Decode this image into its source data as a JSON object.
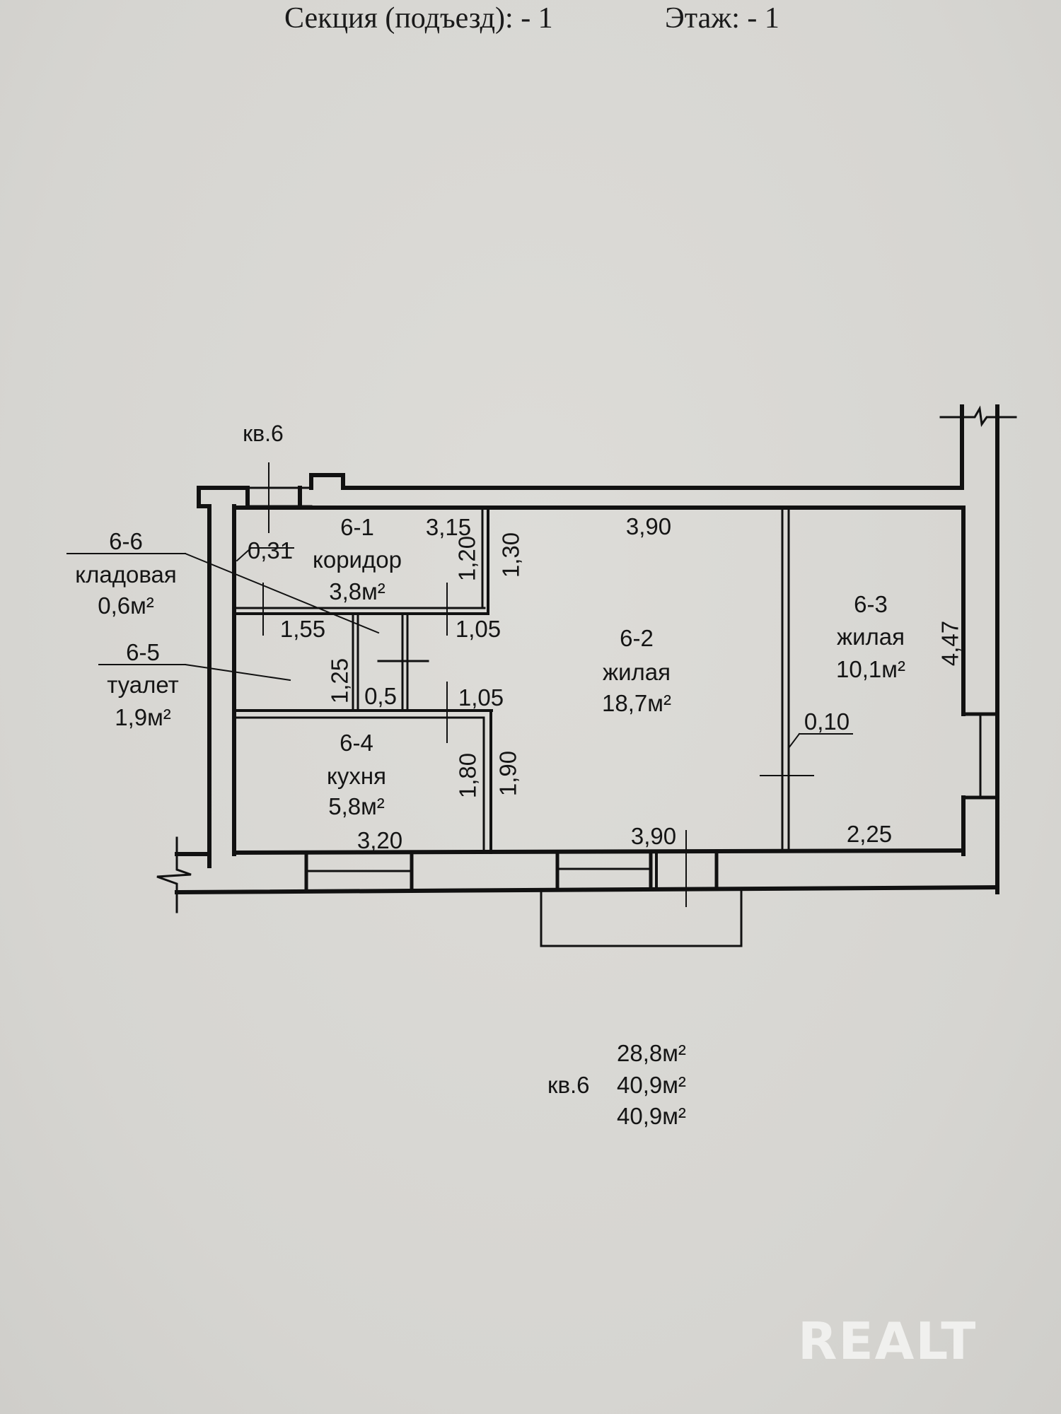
{
  "header": {
    "section": "Секция (подъезд): - 1",
    "floor": "Этаж: - 1"
  },
  "apartment_label": "кв.6",
  "rooms": [
    {
      "id": "6-1",
      "name": "коридор",
      "area": "3,8м²"
    },
    {
      "id": "6-2",
      "name": "жилая",
      "area": "18,7м²"
    },
    {
      "id": "6-3",
      "name": "жилая",
      "area": "10,1м²"
    },
    {
      "id": "6-4",
      "name": "кухня",
      "area": "5,8м²"
    },
    {
      "id": "6-5",
      "name": "туалет",
      "area": "1,9м²"
    },
    {
      "id": "6-6",
      "name": "кладовая",
      "area": "0,6м²"
    }
  ],
  "dimensions": {
    "corridor_width": "3,15",
    "corridor_height_inner": "1,20",
    "corridor_height_outer": "1,30",
    "entrance_wall": "0,31",
    "toilet_width": "1,55",
    "toilet_height": "1,25",
    "storage_width": "0,5",
    "door_upper": "1,05",
    "door_lower": "1,05",
    "kitchen_height_inner": "1,80",
    "kitchen_height_outer": "1,90",
    "kitchen_width": "3,20",
    "living_top": "3,90",
    "living_bottom": "3,90",
    "room3_width": "2,25",
    "room3_height": "4,47",
    "partition": "0,10"
  },
  "summary": {
    "label": "кв.6",
    "living_area": "28,8м²",
    "total_area": "40,9м²",
    "total_area_with_balcony": "40,9м²"
  },
  "watermark": "REALT"
}
